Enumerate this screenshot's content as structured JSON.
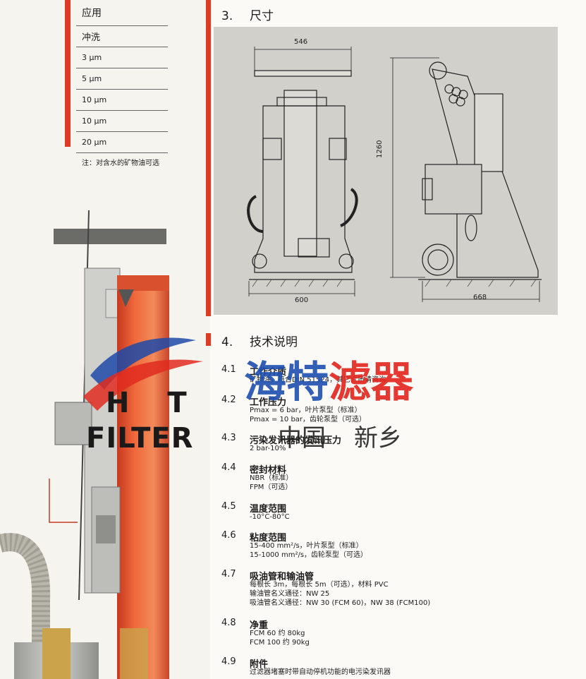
{
  "left": {
    "table": {
      "header": "应用",
      "wash": "冲洗",
      "rows": [
        "3 μm",
        "5 μm",
        "10 μm",
        "10 μm",
        "20 μm"
      ]
    },
    "note": "注：对含水的矿物油可选"
  },
  "watermark": {
    "logo_line1": "H T",
    "logo_line2": "FILTER",
    "title_blue": "海特",
    "title_red": "滤器",
    "sub_a": "中国",
    "sub_b": "新乡"
  },
  "section3": {
    "number": "3.",
    "title": "尺寸",
    "dims": {
      "top": "546",
      "bottom_left": "600",
      "height": "1260",
      "bottom_right": "668"
    }
  },
  "section4": {
    "number": "4.",
    "title": "技术说明"
  },
  "specs": [
    {
      "num": "4.1",
      "title": "工作介质",
      "lines": [
        "矿物油，符合DIN 51524，其它介质请咨询。"
      ]
    },
    {
      "num": "4.2",
      "title": "工作压力",
      "lines": [
        "Pmax = 6 bar，叶片泵型（标准）",
        "Pmax = 10 bar，齿轮泵型（可选）"
      ]
    },
    {
      "num": "4.3",
      "title": "污染发讯器的发讯压力",
      "lines": [
        "2 bar-10%"
      ]
    },
    {
      "num": "4.4",
      "title": "密封材料",
      "lines": [
        "NBR（标准）",
        "FPM（可选）"
      ]
    },
    {
      "num": "4.5",
      "title": "温度范围",
      "lines": [
        "-10°C-80°C"
      ]
    },
    {
      "num": "4.6",
      "title": "粘度范围",
      "lines": [
        "15-400 mm²/s，叶片泵型（标准）",
        "15-1000 mm²/s，齿轮泵型（可选）"
      ]
    },
    {
      "num": "4.7",
      "title": "吸油管和输油管",
      "lines": [
        "每根长 3m，每根长 5m（可选），材料 PVC",
        "输油管名义通径：NW 25",
        "吸油管名义通径：NW 30 (FCM 60)，NW 38 (FCM100)"
      ]
    },
    {
      "num": "4.8",
      "title": "净重",
      "lines": [
        "FCM 60 约 80kg",
        "FCM 100 约 90kg"
      ]
    },
    {
      "num": "4.9",
      "title": "附件",
      "lines": [
        "过滤器堵塞时带自动停机功能的电污染发讯器"
      ]
    }
  ]
}
